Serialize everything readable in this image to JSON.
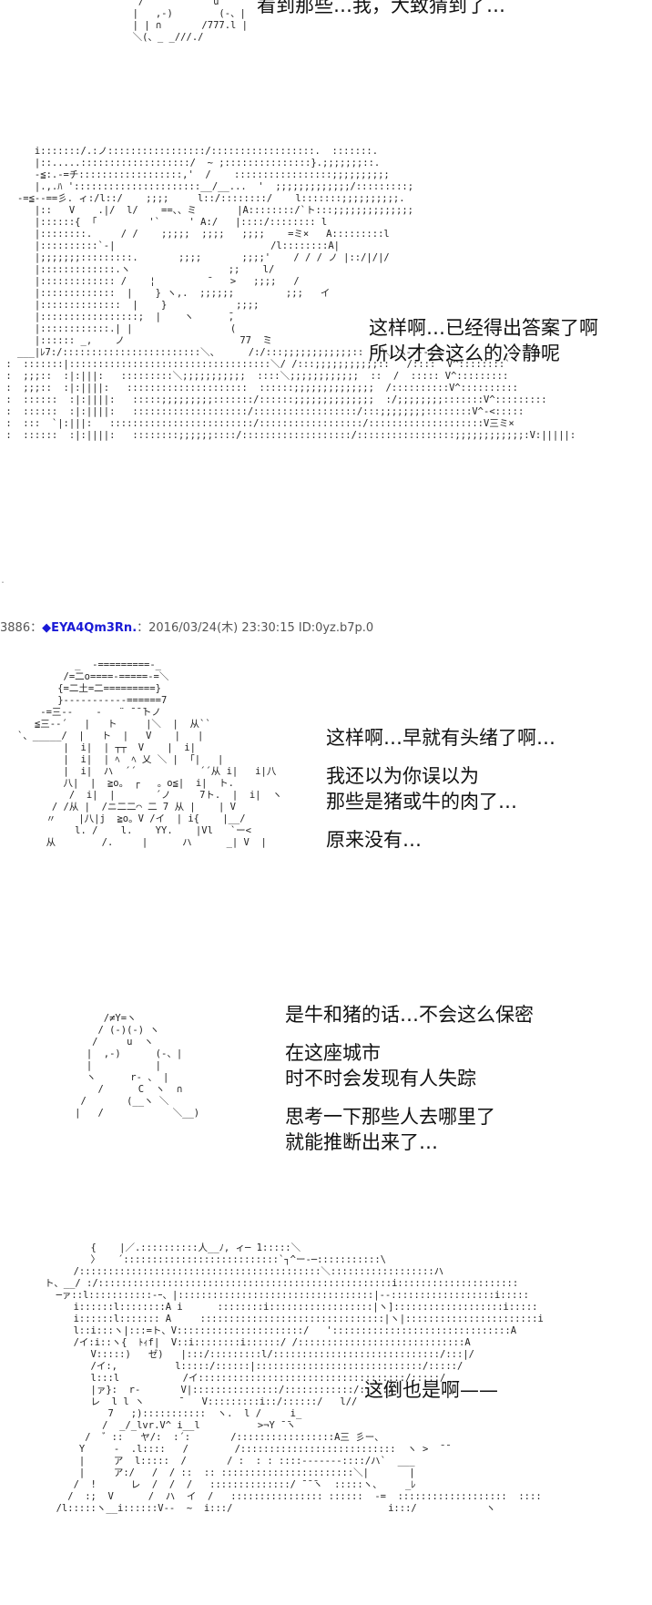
{
  "panels": [
    {
      "id": "panel-1",
      "lines": [
        "看到那些…我，大致猜到了…"
      ]
    },
    {
      "id": "panel-2",
      "lines": [
        "这样啊…已经得出答案了啊",
        "所以才会这么的冷静呢"
      ]
    },
    {
      "id": "panel-3",
      "lines": [
        "这样啊…早就有头绪了啊…",
        "",
        "我还以为你误以为",
        "那些是猪或牛的肉了…",
        "",
        "原来没有…"
      ]
    },
    {
      "id": "panel-4",
      "lines": [
        "是牛和猪的话…不会这么保密",
        "",
        "在这座城市",
        "时不时会发现有人失踪",
        "",
        "思考一下那些人去哪里了",
        "就能推断出来了…"
      ]
    },
    {
      "id": "panel-5",
      "lines": [
        "这倒也是啊——"
      ]
    }
  ],
  "post": {
    "number": "3886",
    "separator": "：",
    "diamond": "◆",
    "name": "EYA4Qm3Rn",
    "dot": ".",
    "datetime": "：2016/03/24(木) 23:30:15 ID:0yz.b7p.0"
  },
  "art": {
    "a1": "         /            u\n        |   ,-)        (-、|\n        | | ∩       /777.l |\n        ＼(、_ _///./",
    "a2": "      i:::::::/.:ノ:::::::::::::::::/::::::::::::::::::.  :::::::.\n      |::.....:::::::::::::::::::/  ~ ;:::::::::::::::}.;;;;;;;::.\n      -≦:.-=チ::::::::::::::::::,'  /    :::::::::::::::::;;;;;;;;;;\n      |.,.ﾊ '::::::::::::::::::::::__/__...  '  ;;;;;;;;;;;;;/:::::::::;\n   -=≦--==彡. ィ:/l::/    ;;;;     l::/::::::::/    l:::::::;;;;;;;;;;.\n      |::   V    .|/  l/    ==、、ミ       |A::::::::/`ト:::;;;;;;;;;;;;;;\n      |::::::{  ｢         '`     ' A:/   |::::/:::::::: l\n      |::::::::.     / /    ;;;;;  ;;;;   ;;;;    =ミ×   A:::::::::l\n      |::::::::::`-|                           /l::::::::A|\n      |;;;;;;;:::::::::.       ;;;;       ;;;;'    / / / ノ |::/|/|/\n      |:::::::::::::.ヽ                 ;;    l/\n      |::::::::::::: /    ¦         ̄    >   ;;;;   /\n      |:::::::::::::  |    } ヽ,.  ;;;;;;         ;;;   イ\n      |::::::::::::::  |    }            ;;;;\n      |:::::::::::::::::;  |    ヽ      ̄,\n      |::::::::::::.| |                 (\n      |:::::: _,    ノ                    77  ̄ミ\n   ___|ﾚ7:/::::::::::::::::::::::::＼、     /:/:::;;;;;;;;;;;;::   ＼ ヘ-----ミ\n :  :::::::|:::::::::::::::::::::::::::::::::::＼/ /:::;;;;;;;;;;;::   /::::  V^::::::::`\n :  ;;;::  :|:|||:   :::::::::＼;;;;;;;;;;;  ::::＼;;;;;;;;;;;;  ::  /  ::::: V^:::::::::\n :  ;;;::  :|:||||:   :::::::::::::::::::::  ::::::;;;;;;;;;;;;;;  /::::::::::V^::::::::::\n :  ::::::  :|:||||:   :::::;;;;;;;;;:::::::/::::::;;;;;;;;;;;;;;  :/;;;;;;;;:::::::V^:::::::::\n :  ::::::  :|:||||:   ::::::::::::::::::::/::::::::::::::::::/:::;;;;;;;;::::::::V^-<:::::\n :  :::  `|:|||:   :::::::::::::::::::::::::/::::::::::::::::::/::::::::::::::::::::V三ミ×\n :  ::::::  :|:||||:   ::::::::;;;;;;::::/:::::::::::::::::::/:::::::::::::::::;;;;;;;;;;;;:V:|||||:",
    "a3": "             _  -=========-_\n           /=二o====-=====-=＼\n          {=二土=二=========}\n          }-----------======7\n       -=三--    -   ¨ ̄ ̄ ̄トノ\n      ≦三--´   |   ト     |＼  |  从``\n   `、_____/  |   ト  |   V    |   |\n           |  i|  | ┬┬  V    |  i|\n           |  i|  | ﾍ  ﾍ 乂 ＼ |  ｢|   |\n           |  i|  ハ  ´´           ´´从 i|   i|八\n           八|  |  ≧o。 ┌   。o≦|  i|  ト.\n            /  i|  |       ´ノ     7ト.  |  i|  ヽ\n         / /从 |  /ニ二二⌒ 二 7 从 |    | V\n        〃    |八|j  ≧o。V /イ  | i{    |__/\n             l. /    l.    YY.    |Vl   `ー<\n        从        /.     |      ハ      _| V  |",
    "a4": "                  /≠Y=ヽ\n                 / (-)(-) ヽ\n                /     u  ヽ\n               |  ,-)      (-、|\n               |           |\n               ヽ      r- 、 |\n                 /      C  ヽ  ∩\n              /       (__ヽ ＼\n             |   /            ＼__)",
    "a5": "           {    |／.::::::::::人__ﾉ, ィ─ 1:::::＼\n           〉   ´:::::::::::::::::::::::::::`┐^ー-─:::::::::::\\\n        /::::::::::::::::::::::::::::::::::::::::::＼::::::::::::::::::ハ\n   ト、__/ :/:::::::::::::::::::::::::::::::::::::::::::::::::::i:::::::::::::::::::::\n     ─ァ::l:::::::::::-ｰ、|::::::::::::::::::::::::::::::::::|--::::::::::::::::::i:::::\n        i::::::l::::::::A i      ::::::::i::::::::::::::::::|ヽ]:::::::::::::::::::i:::::\n        i::::::l::::::: A     ::::::::::::::::::::::::::::::::|ヽ|:::::::::::::::::::::::i\n        l::i:::ヽ|:::=ト、V::::::::::::::::::::::/   ':::::::::::::::::::::::::::::::A\n        /イ:i::ヽ{  ﾄｨf|  V::i::::::::i::::::/ /:::::::::::::::::::::::::::::A\n           V:::::)   ゼ)   |:::/:::::::::l/:::::::::::::::::::::::::::::/:::|/\n           /イ:,          l:::::/::::::|:::::::::::::::::::::::::::::/:::::/\n           l:::l           /イ::::::::::::::::::::::::::::::::::::/:::::/\n           |ァ}:  r‐       V|:::::::::::::::/::::::::::::/:::::/\n           レ  l l ヽ      ̄    V:::::::::i::/::::::/   l//\n              7   ;):::::::::::  ヽ.  l /     i_\n             /  _/_lvr.V^ i__l          >¬Y ̄ ̄ヽ\n          /  ゛::   ヤ/:  :´:       /:::::::::::::::::A三 彡ー、\n         Y     -  .l::::   /        /:::::::::::::::::::::::::::  ヽ >  ̄ ̄\n         |     ア  l:::::  /       / :  : : ::::-------::::/ハ`  ___\n         |     ア:/   /  / ::  :: :::::::::::::::::::::::＼|       |\n        /  !      レ  /  /  /   ::::::::::::::/ ̄ ̄ ̄ヽ  :::::ヽ、    _ﾚ\n       /  :;  V      /  ハ  イ  /   :::::::::::::::: ::::::  -=  :::::::::::::::::::  ::::\n     /l:::::ヽ__i::::::V--  ~  i:::/                           i:::/            ヽ"
  }
}
